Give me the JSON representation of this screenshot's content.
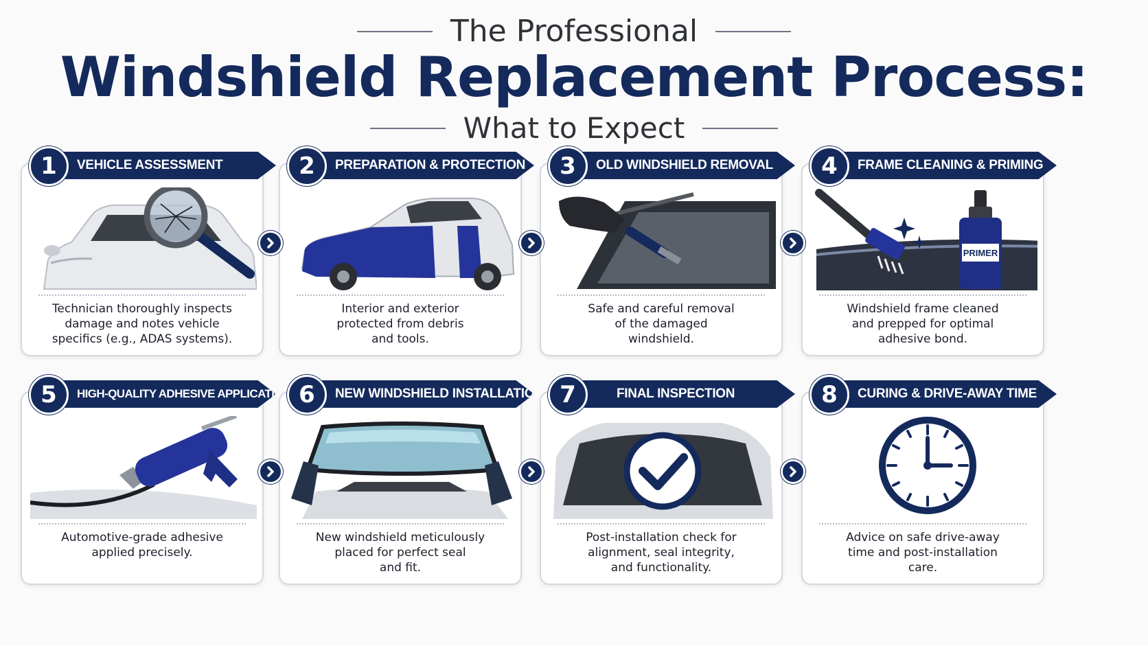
{
  "header": {
    "line1": "The Professional",
    "title": "Windshield Replacement Process:",
    "line3": "What to Expect"
  },
  "colors": {
    "navy": "#142a5c",
    "accent_blue": "#2a3f8f",
    "card_border": "#d6d8dc"
  },
  "steps": [
    {
      "number": "1",
      "title": "VEHICLE ASSESSMENT",
      "icon": "magnifier-car-icon",
      "lines": [
        "Technician thoroughly inspects",
        "damage and notes vehicle",
        "specifics (e.g., ADAS systems)."
      ]
    },
    {
      "number": "2",
      "title": "PREPARATION & PROTECTION",
      "icon": "covered-car-icon",
      "lines": [
        "Interior and exterior",
        "protected from debris",
        "and tools."
      ]
    },
    {
      "number": "3",
      "title": "OLD WINDSHIELD REMOVAL",
      "icon": "removal-tool-icon",
      "lines": [
        "Safe and careful removal",
        "of the damaged",
        "windshield."
      ]
    },
    {
      "number": "4",
      "title": "FRAME CLEANING & PRIMING",
      "icon": "brush-primer-icon",
      "bottle_label": "PRIMER",
      "lines": [
        "Windshield frame cleaned",
        "and prepped for optimal",
        "adhesive bond."
      ]
    },
    {
      "number": "5",
      "title": "HIGH-QUALITY ADHESIVE APPLICATION",
      "icon": "caulk-gun-icon",
      "lines": [
        "Automotive-grade adhesive",
        "applied precisely."
      ]
    },
    {
      "number": "6",
      "title": "NEW WINDSHIELD INSTALLATION",
      "icon": "windshield-install-icon",
      "lines": [
        "New windshield meticulously",
        "placed for perfect seal",
        "and fit."
      ]
    },
    {
      "number": "7",
      "title": "FINAL INSPECTION",
      "icon": "checkmark-icon",
      "lines": [
        "Post-installation check for",
        "alignment, seal integrity,",
        "and functionality."
      ]
    },
    {
      "number": "8",
      "title": "CURING & DRIVE-AWAY TIME",
      "icon": "clock-icon",
      "lines": [
        "Advice on safe drive-away",
        "time and post-installation",
        "care."
      ]
    }
  ]
}
